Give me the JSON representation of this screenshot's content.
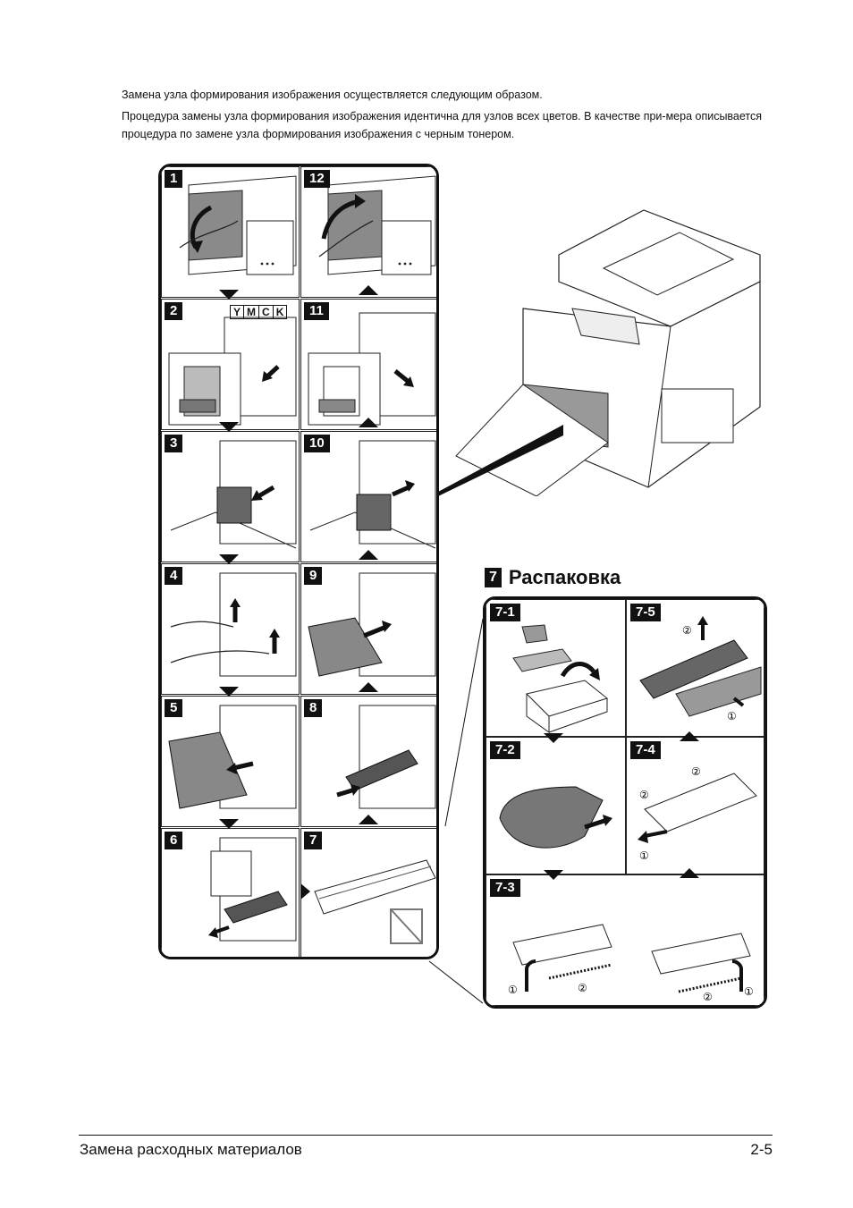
{
  "intro": {
    "line1": "Замена узла формирования изображения осуществляется следующим образом.",
    "line2": "Процедура замены узла формирования изображения идентична для узлов всех цветов. В качестве при-мера описывается процедура по замене узла формирования изображения с черным тонером."
  },
  "steps": {
    "s1": "1",
    "s2": "2",
    "s3": "3",
    "s4": "4",
    "s5": "5",
    "s6": "6",
    "s7": "7",
    "s8": "8",
    "s9": "9",
    "s10": "10",
    "s11": "11",
    "s12": "12"
  },
  "toner_labels": [
    "Y",
    "M",
    "C",
    "K"
  ],
  "unpacking": {
    "badge": "7",
    "title": "Распаковка",
    "steps": {
      "u1": "7-1",
      "u2": "7-2",
      "u3": "7-3",
      "u4": "7-4",
      "u5": "7-5"
    },
    "markers": {
      "one": "①",
      "two": "②"
    }
  },
  "footer": {
    "section": "Замена расходных материалов",
    "page": "2-5"
  },
  "colors": {
    "ink": "#111111",
    "panel_gray": "#7a7a7a",
    "paper": "#ffffff"
  }
}
